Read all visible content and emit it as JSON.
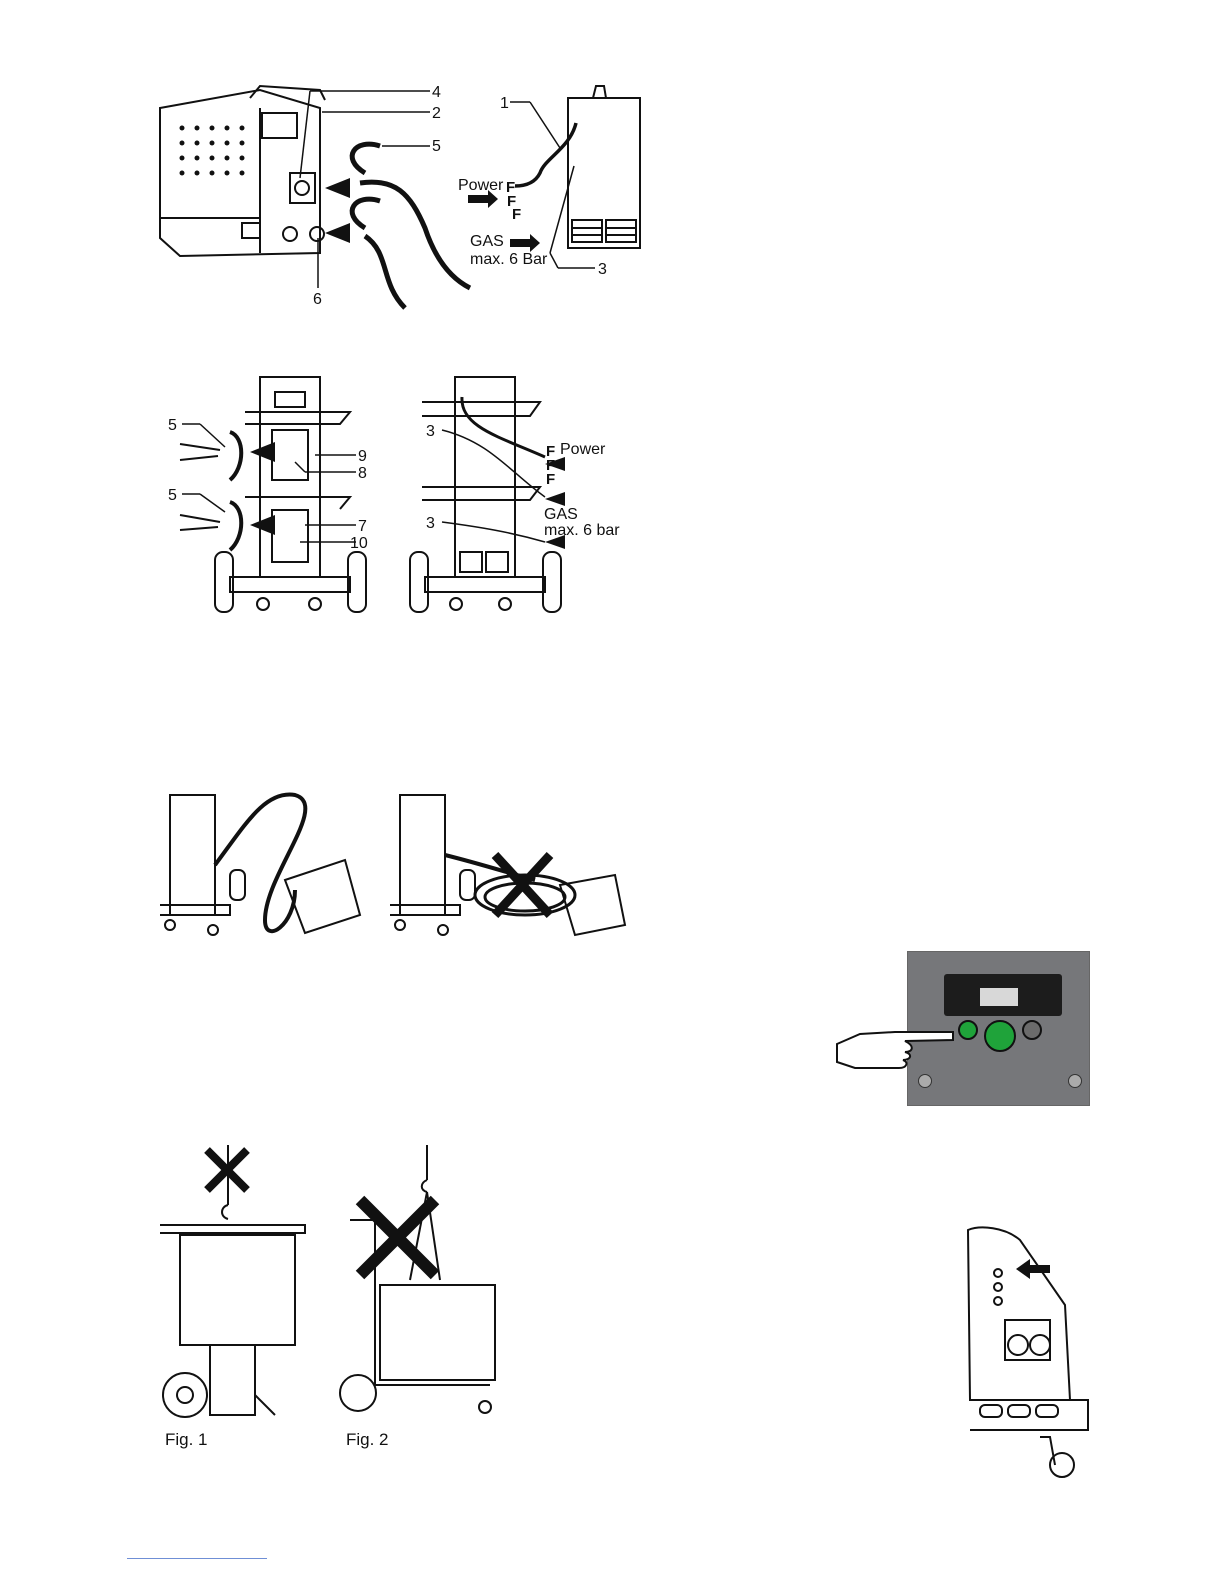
{
  "figure1": {
    "callouts": [
      "4",
      "2",
      "5",
      "6",
      "1",
      "3"
    ],
    "power_label": "Power",
    "phase": "F",
    "gas_label": "GAS",
    "gas_pressure": "max. 6 Bar"
  },
  "figure2": {
    "callouts_left": [
      "5",
      "5",
      "9",
      "8",
      "7",
      "10"
    ],
    "callouts_right": [
      "3",
      "3"
    ],
    "power_label": "Power",
    "phase": "F",
    "gas_label": "GAS",
    "gas_pressure": "max. 6 bar"
  },
  "lifting": {
    "fig1_caption": "Fig. 1",
    "fig2_caption": "Fig. 2"
  },
  "colors": {
    "panel_gray": "#76777a",
    "panel_dark": "#1c1c1c",
    "button_green": "#1fa33a",
    "link_line": "#6f8fd6"
  }
}
